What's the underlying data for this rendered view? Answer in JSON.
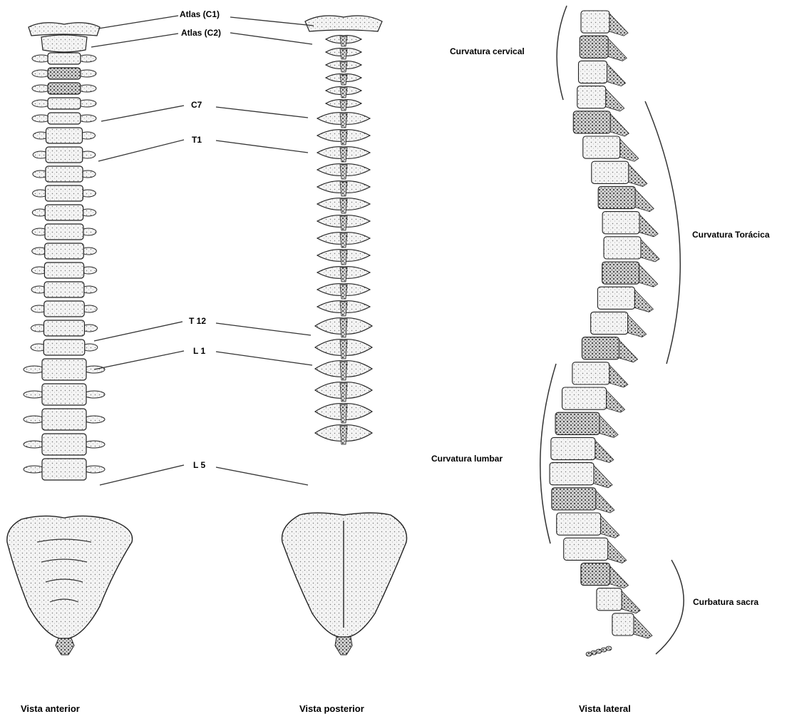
{
  "labels": {
    "atlas_c1": "Atlas (C1)",
    "atlas_c2": "Atlas (C2)",
    "c7": "C7",
    "t1": "T1",
    "t12": "T 12",
    "l1": "L 1",
    "l5": "L 5",
    "curv_cervical": "Curvatura cervical",
    "curv_toracica": "Curvatura Torácica",
    "curv_lumbar": "Curvatura lumbar",
    "curv_sacra": "Curbatura sacra"
  },
  "captions": {
    "anterior": "Vista anterior",
    "posterior": "Vista posterior",
    "lateral": "Vista lateral"
  }
}
